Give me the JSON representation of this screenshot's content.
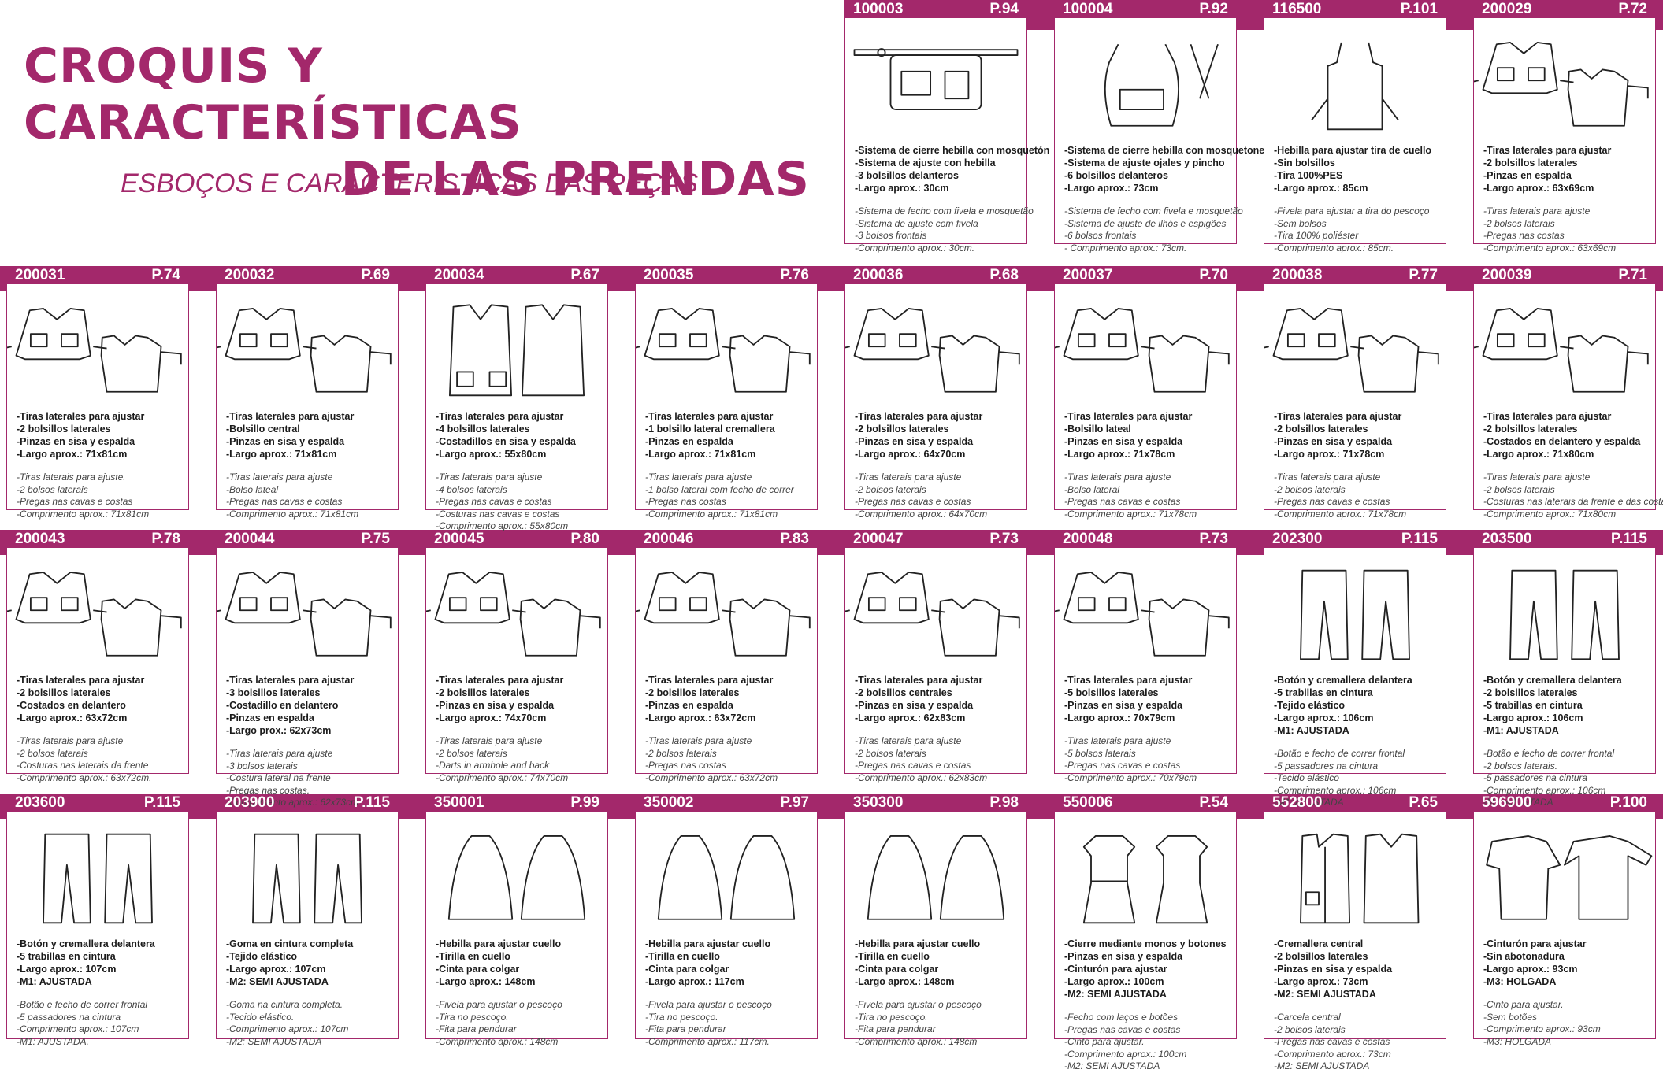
{
  "header": {
    "title_line1": "CROQUIS Y CARACTERÍSTICAS",
    "title_line2": "DE LAS PRENDAS",
    "subtitle": "ESBOÇOS E CARACTERÍSTICAS DAS PEÇAS"
  },
  "colors": {
    "accent": "#a3286b"
  },
  "items": [
    {
      "code": "100003",
      "page": "P.94",
      "sketch": "waist-apron-icon",
      "features": [
        "-Sistema de cierre hebilla con mosquetón",
        "-Sistema de ajuste con hebilla",
        "-3 bolsillos delanteros",
        "-Largo aprox.: 30cm"
      ],
      "notes": [
        "-Sistema de fecho com fivela e mosquetão",
        "-Sistema de ajuste com fivela",
        "-3 bolsos frontais",
        "-Comprimento aprox.: 30cm."
      ]
    },
    {
      "code": "100004",
      "page": "P.92",
      "sketch": "bib-apron-straps-icon",
      "features": [
        "-Sistema de cierre hebilla con mosquetones",
        "-Sistema de ajuste ojales y pincho",
        "-6 bolsillos delanteros",
        "-Largo aprox.: 73cm"
      ],
      "notes": [
        "-Sistema de fecho com fivela e mosquetão",
        "-Sistema de ajuste de ilhós e espigões",
        "-6 bolsos frontais",
        "- Comprimento aprox.: 73cm."
      ]
    },
    {
      "code": "116500",
      "page": "P.101",
      "sketch": "bib-apron-icon",
      "features": [
        "-Hebilla para ajustar tira de cuello",
        "-Sin bolsillos",
        "-Tira 100%PES",
        "-Largo aprox.: 85cm"
      ],
      "notes": [
        "-Fivela para ajustar a tira do pescoço",
        "-Sem bolsos",
        "-Tira 100% poliéster",
        "-Comprimento aprox.: 85cm."
      ]
    },
    {
      "code": "200029",
      "page": "P.72",
      "sketch": "tabard-pair-icon",
      "features": [
        "-Tiras laterales para ajustar",
        "-2 bolsillos laterales",
        "-Pinzas en espalda",
        "-Largo aprox.: 63x69cm"
      ],
      "notes": [
        "-Tiras laterais para ajuste",
        "-2 bolsos laterais",
        "-Pregas nas costas",
        "-Comprimento aprox.: 63x69cm"
      ]
    },
    {
      "code": "200031",
      "page": "P.74",
      "sketch": "tabard-pair-icon",
      "features": [
        "-Tiras laterales para ajustar",
        "-2 bolsillos laterales",
        "-Pinzas en sisa y espalda",
        "-Largo aprox.: 71x81cm"
      ],
      "notes": [
        "-Tiras laterais para ajuste.",
        "-2 bolsos laterais",
        "-Pregas nas cavas e costas",
        "-Comprimento aprox.: 71x81cm"
      ]
    },
    {
      "code": "200032",
      "page": "P.69",
      "sketch": "tabard-pair-icon",
      "features": [
        "-Tiras laterales para ajustar",
        "-Bolsillo central",
        "-Pinzas en sisa y espalda",
        "-Largo aprox.: 71x81cm"
      ],
      "notes": [
        "-Tiras laterais para ajuste",
        "-Bolso lateal",
        "-Pregas nas cavas e costas",
        "-Comprimento aprox.: 71x81cm"
      ]
    },
    {
      "code": "200034",
      "page": "P.67",
      "sketch": "tabard-long-icon",
      "features": [
        "-Tiras laterales para ajustar",
        "-4 bolsillos laterales",
        "-Costadillos en sisa y espalda",
        "-Largo aprox.: 55x80cm"
      ],
      "notes": [
        "-Tiras laterais para ajuste",
        "-4 bolsos laterais",
        "-Pregas nas cavas e costas",
        "-Costuras nas cavas e costas",
        "-Comprimento aprox.: 55x80cm"
      ]
    },
    {
      "code": "200035",
      "page": "P.76",
      "sketch": "tabard-pair-icon",
      "features": [
        "-Tiras laterales para ajustar",
        "-1 bolsillo lateral cremallera",
        "-Pinzas en espalda",
        "-Largo aprox.: 71x81cm"
      ],
      "notes": [
        "-Tiras laterais para ajuste",
        "-1 bolso lateral com fecho de correr",
        "-Pregas nas costas",
        "-Comprimento aprox.: 71x81cm"
      ]
    },
    {
      "code": "200036",
      "page": "P.68",
      "sketch": "tabard-pair-icon",
      "features": [
        "-Tiras laterales para ajustar",
        "-2 bolsillos laterales",
        "-Pinzas en sisa y espalda",
        "-Largo aprox.: 64x70cm"
      ],
      "notes": [
        "-Tiras laterais para ajuste",
        "-2 bolsos laterais",
        "-Pregas nas cavas e costas",
        "-Comprimento aprox.: 64x70cm"
      ]
    },
    {
      "code": "200037",
      "page": "P.70",
      "sketch": "tabard-pair-icon",
      "features": [
        "-Tiras laterales para ajustar",
        "-Bolsillo lateal",
        "-Pinzas en sisa y espalda",
        "-Largo aprox.: 71x78cm"
      ],
      "notes": [
        "-Tiras laterais para ajuste",
        "-Bolso lateral",
        "-Pregas nas cavas e costas",
        "-Comprimento aprox.: 71x78cm"
      ]
    },
    {
      "code": "200038",
      "page": "P.77",
      "sketch": "tabard-pair-icon",
      "features": [
        "-Tiras laterales para ajustar",
        "-2 bolsillos laterales",
        "-Pinzas en sisa y espalda",
        "-Largo aprox.: 71x78cm"
      ],
      "notes": [
        "-Tiras laterais para ajuste",
        "-2 bolsos laterais",
        "-Pregas nas cavas e costas",
        "-Comprimento aprox.: 71x78cm"
      ]
    },
    {
      "code": "200039",
      "page": "P.71",
      "sketch": "tabard-pair-icon",
      "features": [
        "-Tiras laterales para ajustar",
        "-2 bolsillos laterales",
        "-Costados en delantero y espalda",
        "-Largo aprox.: 71x80cm"
      ],
      "notes": [
        "-Tiras laterais para ajuste",
        "-2 bolsos laterais",
        "-Costuras nas laterais da frente e das costas",
        "-Comprimento aprox.: 71x80cm"
      ]
    },
    {
      "code": "200043",
      "page": "P.78",
      "sketch": "tabard-pair-icon",
      "features": [
        "-Tiras laterales para ajustar",
        "-2 bolsillos laterales",
        "-Costados en delantero",
        "-Largo aprox.: 63x72cm"
      ],
      "notes": [
        "-Tiras laterais para ajuste",
        "-2 bolsos laterais",
        "-Costuras nas laterais da frente",
        "-Comprimento aprox.: 63x72cm."
      ]
    },
    {
      "code": "200044",
      "page": "P.75",
      "sketch": "tabard-pair-icon",
      "features": [
        "-Tiras laterales para ajustar",
        "-3 bolsillos laterales",
        "-Costadillo en delantero",
        "-Pinzas en espalda",
        "-Largo prox.: 62x73cm"
      ],
      "notes": [
        "-Tiras laterais para ajuste",
        "-3 bolsos laterais",
        "-Costura lateral na frente",
        "-Pregas nas costas.",
        "-Comprimento aprox.: 62x73cm"
      ]
    },
    {
      "code": "200045",
      "page": "P.80",
      "sketch": "tabard-pair-icon",
      "features": [
        "-Tiras laterales para ajustar",
        "-2 bolsillos laterales",
        "-Pinzas en sisa y espalda",
        "-Largo aprox.: 74x70cm"
      ],
      "notes": [
        "-Tiras laterais para ajuste",
        "-2 bolsos laterais",
        "-Darts in armhole and back",
        "-Comprimento aprox.: 74x70cm"
      ]
    },
    {
      "code": "200046",
      "page": "P.83",
      "sketch": "tabard-pair-icon",
      "features": [
        "-Tiras laterales para ajustar",
        "-2 bolsillos laterales",
        "-Pinzas en espalda",
        "-Largo aprox.: 63x72cm"
      ],
      "notes": [
        "-Tiras laterais para ajuste",
        "-2 bolsos laterais",
        "-Pregas nas costas",
        "-Comprimento aprox.: 63x72cm"
      ]
    },
    {
      "code": "200047",
      "page": "P.73",
      "sketch": "tabard-pair-icon",
      "features": [
        "-Tiras laterales para ajustar",
        "-2 bolsillos centrales",
        "-Pinzas en sisa y espalda",
        "-Largo aprox.: 62x83cm"
      ],
      "notes": [
        "-Tiras laterais para ajuste",
        "-2 bolsos laterais",
        "-Pregas nas cavas e costas",
        "-Comprimento aprox.: 62x83cm"
      ]
    },
    {
      "code": "200048",
      "page": "P.73",
      "sketch": "tabard-pair-icon",
      "features": [
        "-Tiras laterales para ajustar",
        "-5 bolsillos laterales",
        "-Pinzas en sisa y espalda",
        "-Largo aprox.: 70x79cm"
      ],
      "notes": [
        "-Tiras laterais para ajuste",
        "-5 bolsos laterais",
        "-Pregas nas cavas e costas",
        "-Comprimento aprox.: 70x79cm"
      ]
    },
    {
      "code": "202300",
      "page": "P.115",
      "sketch": "trousers-pair-icon",
      "features": [
        "-Botón y cremallera delantera",
        "-5 trabillas en cintura",
        "-Tejido elástico",
        "-Largo aprox.: 106cm",
        "-M1: AJUSTADA"
      ],
      "notes": [
        "-Botão e fecho de correr frontal",
        "-5 passadores na cintura",
        "-Tecido elástico",
        "-Comprimento aprox.: 106cm",
        "-M1: AJUSTADA"
      ]
    },
    {
      "code": "203500",
      "page": "P.115",
      "sketch": "trousers-pair-icon",
      "features": [
        "-Botón y cremallera delantera",
        "-2 bolsillos laterales",
        "-5 trabillas en cintura",
        "-Largo aprox.: 106cm",
        "-M1: AJUSTADA"
      ],
      "notes": [
        "-Botão e fecho de correr frontal",
        "-2 bolsos laterais.",
        "-5 passadores na cintura",
        "-Comprimento aprox.: 106cm",
        "-M1: AJUSTADA"
      ]
    },
    {
      "code": "203600",
      "page": "P.115",
      "sketch": "trousers-pair-icon",
      "features": [
        "-Botón y cremallera delantera",
        "-5 trabillas en cintura",
        "-Largo aprox.: 107cm",
        "-M1: AJUSTADA"
      ],
      "notes": [
        "-Botão e fecho de correr frontal",
        "-5 passadores na cintura",
        "-Comprimento aprox.: 107cm",
        "-M1: AJUSTADA."
      ]
    },
    {
      "code": "203900",
      "page": "P.115",
      "sketch": "trousers-pair-icon",
      "features": [
        "-Goma en cintura completa",
        "-Tejido elástico",
        "-Largo aprox.: 107cm",
        "-M2: SEMI AJUSTADA"
      ],
      "notes": [
        "-Goma na cintura completa.",
        "-Tecido elástico.",
        "-Comprimento aprox.: 107cm",
        "-M2: SEMI AJUSTADA"
      ]
    },
    {
      "code": "350001",
      "page": "P.99",
      "sketch": "cape-pair-icon",
      "features": [
        "-Hebilla para ajustar cuello",
        "-Tirilla en cuello",
        "-Cinta para colgar",
        "-Largo aprox.: 148cm"
      ],
      "notes": [
        "-Fivela para ajustar o pescoço",
        "-Tira no pescoço.",
        "-Fita para pendurar",
        "-Comprimento aprox.: 148cm"
      ]
    },
    {
      "code": "350002",
      "page": "P.97",
      "sketch": "cape-pair-icon",
      "features": [
        "-Hebilla para ajustar cuello",
        "-Tirilla en cuello",
        "-Cinta para colgar",
        "-Largo aprox.: 117cm"
      ],
      "notes": [
        "-Fivela para ajustar o pescoço",
        "-Tira no pescoço.",
        "-Fita para pendurar",
        "-Comprimento aprox.: 117cm."
      ]
    },
    {
      "code": "350300",
      "page": "P.98",
      "sketch": "cape-pair-icon",
      "features": [
        "-Hebilla para ajustar cuello",
        "-Tirilla en cuello",
        "-Cinta para colgar",
        "-Largo aprox.: 148cm"
      ],
      "notes": [
        "-Fivela para ajustar o pescoço",
        "-Tira no pescoço.",
        "-Fita para pendurar",
        "-Comprimento aprox.: 148cm"
      ]
    },
    {
      "code": "550006",
      "page": "P.54",
      "sketch": "dress-pair-icon",
      "features": [
        "-Cierre mediante monos y botones",
        "-Pinzas en sisa y espalda",
        "-Cinturón para ajustar",
        "-Largo aprox.: 100cm",
        "-M2: SEMI AJUSTADA"
      ],
      "notes": [
        "-Fecho com laços e botões",
        "-Pregas nas cavas e costas",
        "-Cinto para ajustar.",
        "-Comprimento aprox.: 100cm",
        "-M2: SEMI AJUSTADA"
      ]
    },
    {
      "code": "552800",
      "page": "P.65",
      "sketch": "vest-pair-icon",
      "features": [
        "-Cremallera central",
        "-2 bolsillos laterales",
        "-Pinzas en sisa y espalda",
        "-Largo aprox.: 73cm",
        "-M2: SEMI AJUSTADA"
      ],
      "notes": [
        "-Carcela central",
        "-2 bolsos laterais",
        "-Pregas nas cavas e costas",
        "-Comprimento aprox.: 73cm",
        "-M2: SEMI AJUSTADA"
      ]
    },
    {
      "code": "596900",
      "page": "P.100",
      "sketch": "kimono-pair-icon",
      "features": [
        "-Cinturón para ajustar",
        "-Sin abotonadura",
        "-Largo aprox.: 93cm",
        "-M3: HOLGADA"
      ],
      "notes": [
        "-Cinto para ajustar.",
        "-Sem botões",
        "-Comprimento aprox.: 93cm",
        "-M3: HOLGADA"
      ]
    }
  ]
}
